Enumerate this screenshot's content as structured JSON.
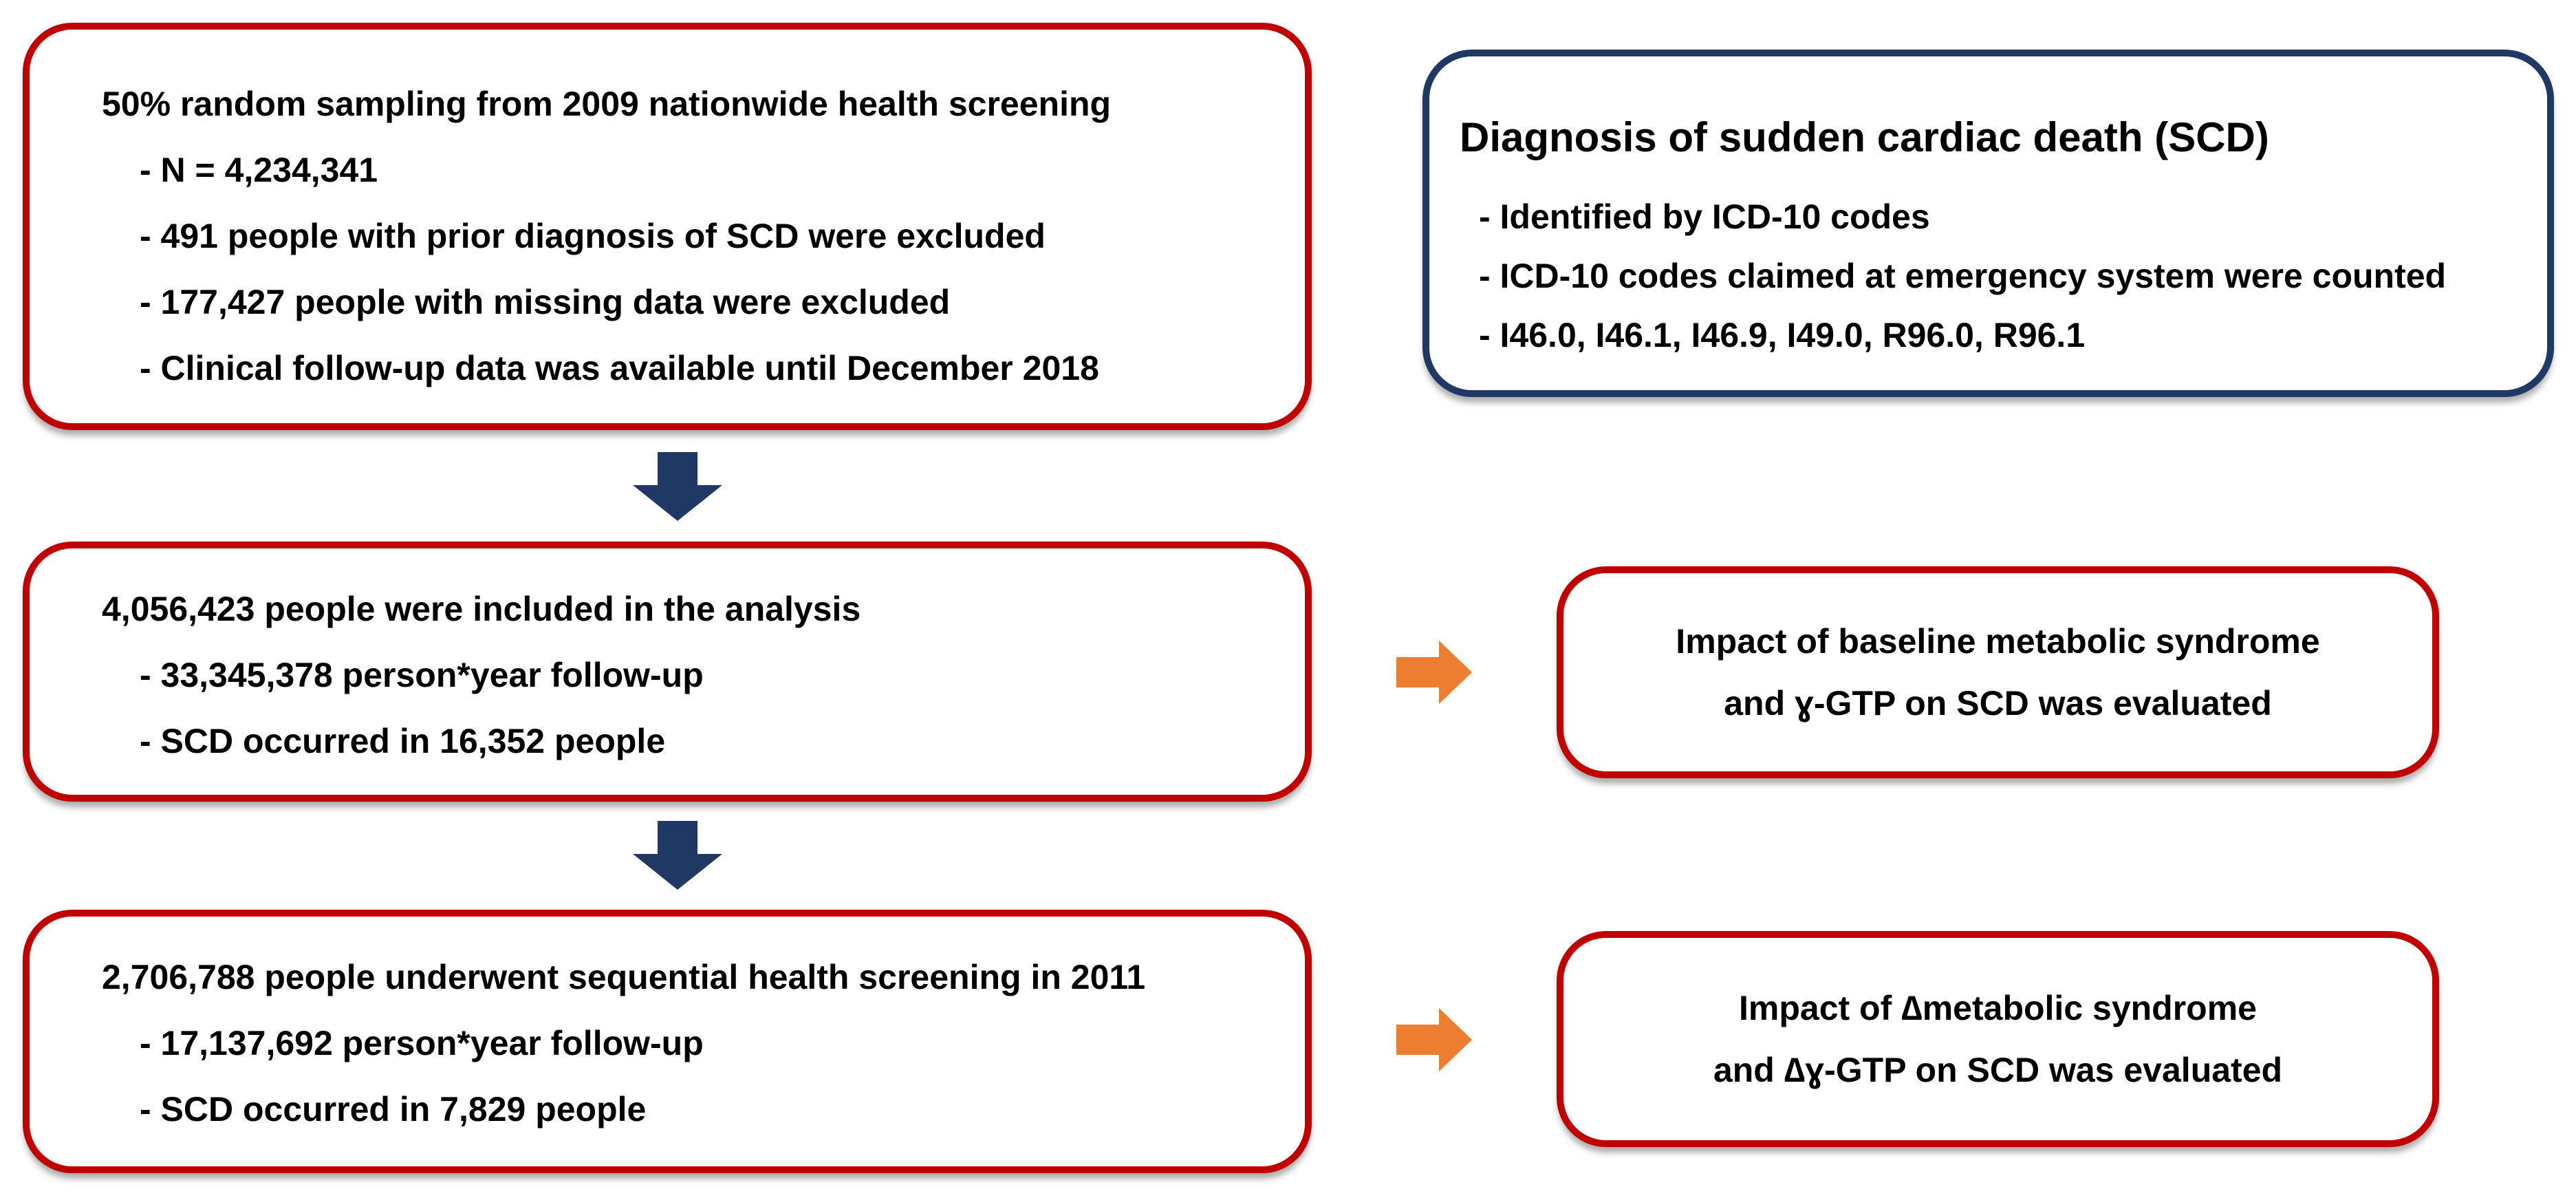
{
  "colors": {
    "red": "#C00000",
    "navy": "#1F3864",
    "orange": "#ED7D31",
    "text": "#000000",
    "background": "#FFFFFF"
  },
  "flowchart": {
    "sampling_box": {
      "heading": "50% random sampling from 2009 nationwide health screening",
      "items": [
        "- N = 4,234,341",
        "- 491 people with prior diagnosis of SCD were excluded",
        "- 177,427 people with missing data were excluded",
        "- Clinical follow-up data was available until December 2018"
      ]
    },
    "diagnosis_box": {
      "title": "Diagnosis of sudden cardiac death (SCD)",
      "items": [
        "- Identified by ICD-10 codes",
        "- ICD-10 codes claimed at emergency system were counted",
        "- I46.0, I46.1, I46.9, I49.0, R96.0, R96.1"
      ]
    },
    "analysis_box": {
      "heading": "4,056,423 people were included in the analysis",
      "items": [
        "- 33,345,378 person*year follow-up",
        "- SCD occurred in 16,352 people"
      ]
    },
    "baseline_impact_box": {
      "lines": [
        "Impact of baseline metabolic syndrome",
        "and ɣ-GTP on SCD was evaluated"
      ]
    },
    "sequential_box": {
      "heading": "2,706,788 people underwent sequential health screening in 2011",
      "items": [
        "- 17,137,692 person*year follow-up",
        "- SCD occurred in 7,829 people"
      ]
    },
    "delta_impact_box": {
      "lines": [
        "Impact of ∆metabolic syndrome",
        "and ∆ɣ-GTP on SCD was evaluated"
      ]
    }
  }
}
